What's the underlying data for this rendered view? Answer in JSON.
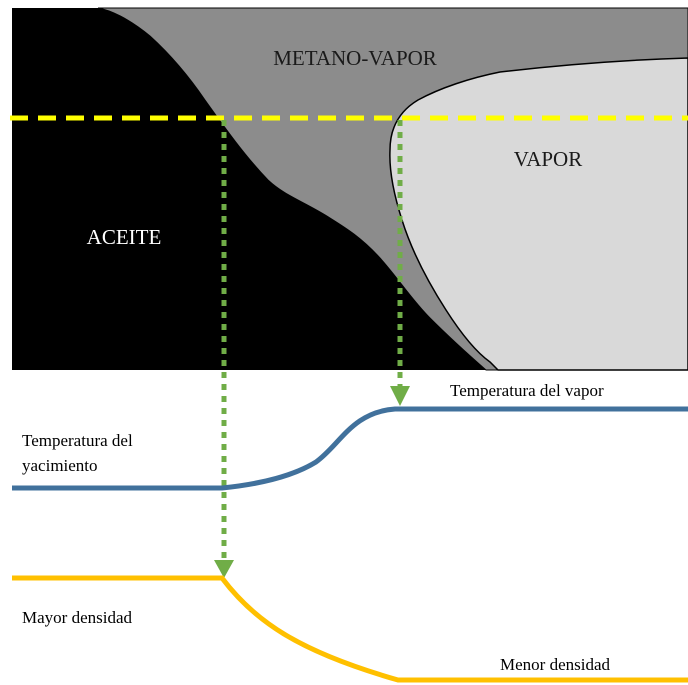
{
  "zones": {
    "oil": "ACEITE",
    "methane_vapor": "METANO-VAPOR",
    "vapor": "VAPOR"
  },
  "curves": {
    "temperature": {
      "start_label_line1": "Temperatura del",
      "start_label_line2": "yacimiento",
      "end_label": "Temperatura del vapor"
    },
    "density": {
      "start_label": "Mayor densidad",
      "end_label": "Menor densidad"
    }
  },
  "colors": {
    "oil": "#000000",
    "methane_vapor": "#8c8c8c",
    "vapor": "#d9d9d9",
    "reference_line": "#ffff00",
    "projection_arrows": "#70ad47",
    "temperature_curve": "#41719c",
    "density_curve": "#ffc000"
  }
}
